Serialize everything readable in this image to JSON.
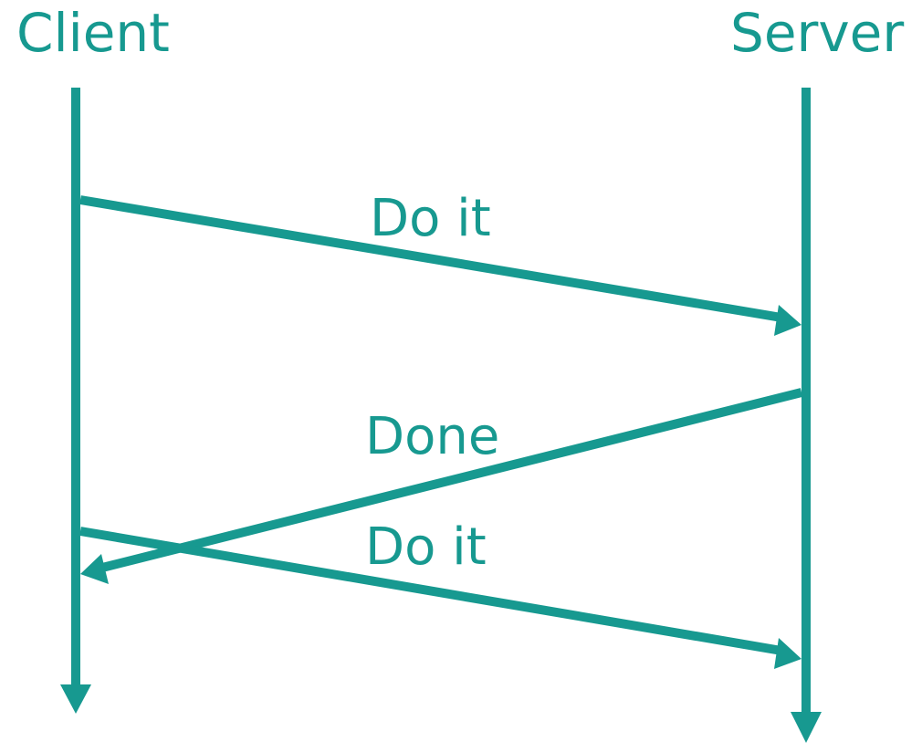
{
  "actors": {
    "client": "Client",
    "server": "Server"
  },
  "messages": [
    {
      "from": "client",
      "to": "server",
      "label": "Do it"
    },
    {
      "from": "server",
      "to": "client",
      "label": "Done"
    },
    {
      "from": "client",
      "to": "server",
      "label": "Do it"
    }
  ],
  "colors": {
    "accent": "#179990"
  }
}
